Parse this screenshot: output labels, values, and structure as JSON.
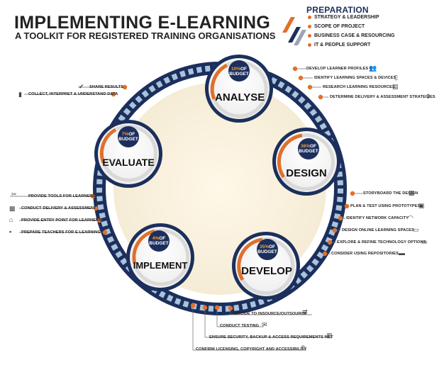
{
  "header": {
    "title": "IMPLEMENTING E-LEARNING",
    "subtitle": "A TOOLKIT FOR REGISTERED TRAINING ORGANISATIONS"
  },
  "preparation": {
    "heading": "PREPARATION",
    "items": [
      "STRATEGY & LEADERSHIP",
      "SCOPE OF PROJECT",
      "BUSINESS CASE & RESOURCING",
      "IT & PEOPLE SUPPORT"
    ]
  },
  "phases": {
    "analyse": {
      "name": "ANALYSE",
      "pct": "10%",
      "budget_of": "OF",
      "budget": "BUDGET"
    },
    "design": {
      "name": "DESIGN",
      "pct": "36%",
      "budget_of": "OF",
      "budget": "BUDGET"
    },
    "develop": {
      "name": "DEVELOP",
      "pct": "35%",
      "budget_of": "OF",
      "budget": "BUDGET"
    },
    "implement": {
      "name": "IMPLEMENT",
      "pct": "4%",
      "budget_of": "OF",
      "budget": "BUDGET"
    },
    "evaluate": {
      "name": "EVALUATE",
      "pct": "7%",
      "budget_of": "OF",
      "budget": "BUDGET"
    }
  },
  "analyse_tasks": [
    "DEVELOP LEARNER PROFILES",
    "IDENTIFY LEARNING SPACES & DEVICES",
    "RESEARCH LEARNING RESOURCES",
    "DETERMINE DELIVERY & ASSESSMENT STRATEGIES"
  ],
  "design_tasks": [
    "STORYBOARD THE DESIGN",
    "PLAN & TEST USING PROTOTYPES",
    "IDENTIFY NETWORK CAPACITY",
    "DESIGN ONLINE LEARNING SPACES",
    "EXPLORE & REFINE TECHNOLOGY OPTIONS",
    "CONSIDER USING REPOSITORIES"
  ],
  "develop_tasks": [
    "DECIDE TO INSOURCE/OUTSOURCE",
    "CONDUCT TESTING",
    "ENSURE SECURITY, BACKUP & ACCESS REQUIREMENTS MET",
    "CONFIRM LICENSING, COPYRIGHT AND ACCESSIBILITY"
  ],
  "implement_tasks": [
    "PROVIDE TOOLS FOR LEARNERS",
    "CONDUCT DELIVERY & ASSESSMENT",
    "PROVIDE ENTRY POINT FOR LEARNERS",
    "PREPARE TEACHERS FOR E-LEARNING"
  ],
  "evaluate_tasks": [
    "SHARE RESULTS",
    "COLLECT, INTERPRET & UNDERSTAND DATA"
  ],
  "colors": {
    "navy": "#1c2f5c",
    "orange": "#e0702a",
    "chevron": "#a9c3dc",
    "glow": "#fbf2dc"
  }
}
